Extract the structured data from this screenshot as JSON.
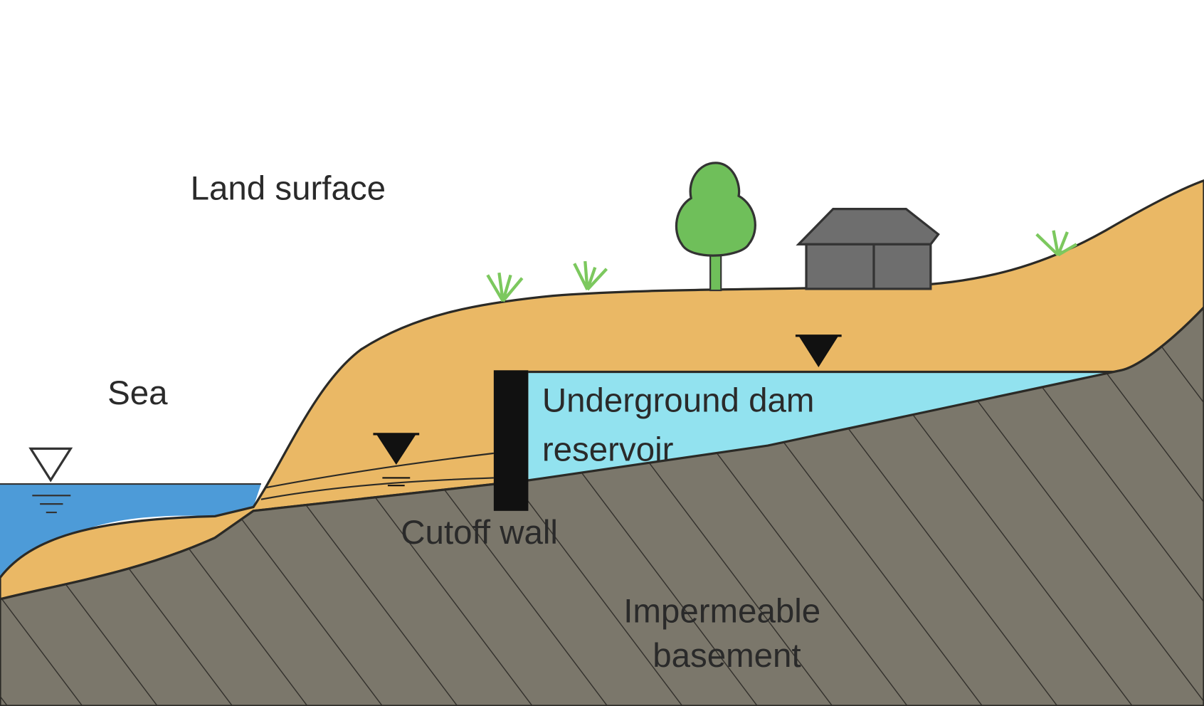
{
  "diagram": {
    "labels": {
      "land_surface": "Land surface",
      "sea": "Sea",
      "reservoir_line1": "Underground dam",
      "reservoir_line2": "reservoir",
      "cutoff_wall": "Cutoff wall",
      "basement_line1": "Impermeable",
      "basement_line2": "basement"
    },
    "colors": {
      "sand": "#eab865",
      "reservoir_water": "#92e2ef",
      "sea_water": "#4d9bd8",
      "basement": "#7b776b",
      "hatch": "#2e2c28",
      "wall": "#111111",
      "tree": "#6fbf5a",
      "house": "#6e6e6e",
      "grass": "#7cc85e"
    },
    "icons": [
      "tree-icon",
      "house-icon",
      "water-table-marker-icon",
      "sea-level-marker-icon",
      "grass-tuft-icon"
    ]
  }
}
